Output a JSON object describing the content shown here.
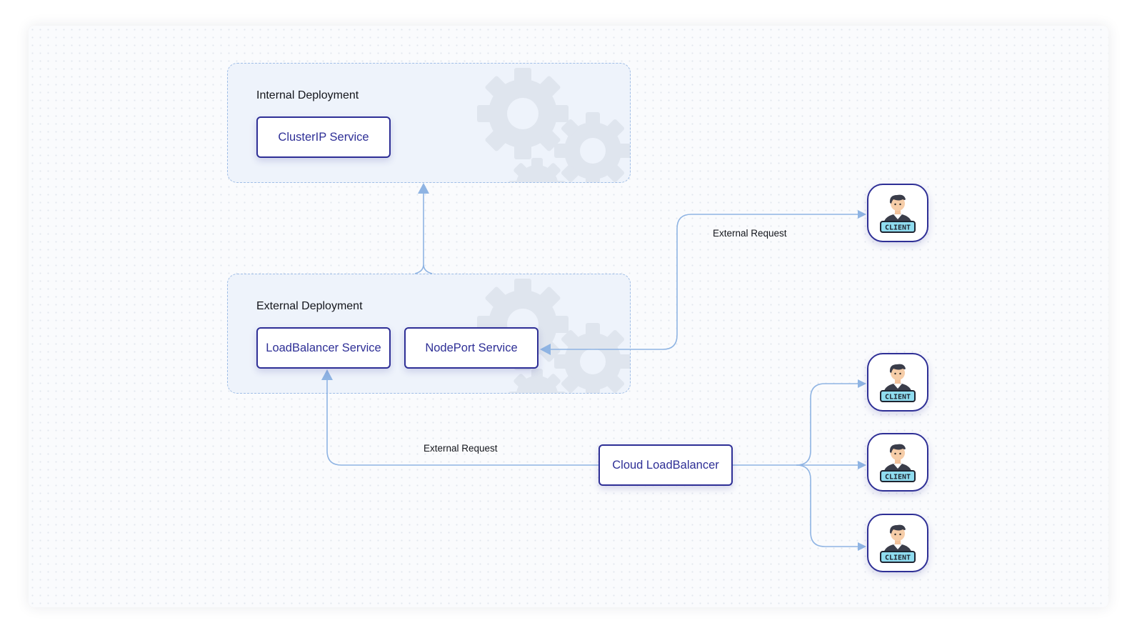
{
  "groups": {
    "internal": {
      "title": "Internal Deployment"
    },
    "external": {
      "title": "External Deployment"
    }
  },
  "services": {
    "clusterip": "ClusterIP Service",
    "loadbalancer": "LoadBalancer Service",
    "nodeport": "NodePort Service",
    "cloud_lb": "Cloud LoadBalancer"
  },
  "edge_labels": {
    "nodeport_request": "External Request",
    "lb_request": "External Request"
  },
  "client_badge": "CLIENT",
  "clients": [
    "CLIENT",
    "CLIENT",
    "CLIENT",
    "CLIENT"
  ],
  "colors": {
    "accent": "#2e2f96",
    "connector": "#8fb4e3",
    "group_fill": "#eef3fb",
    "gear": "#dde3ec"
  }
}
